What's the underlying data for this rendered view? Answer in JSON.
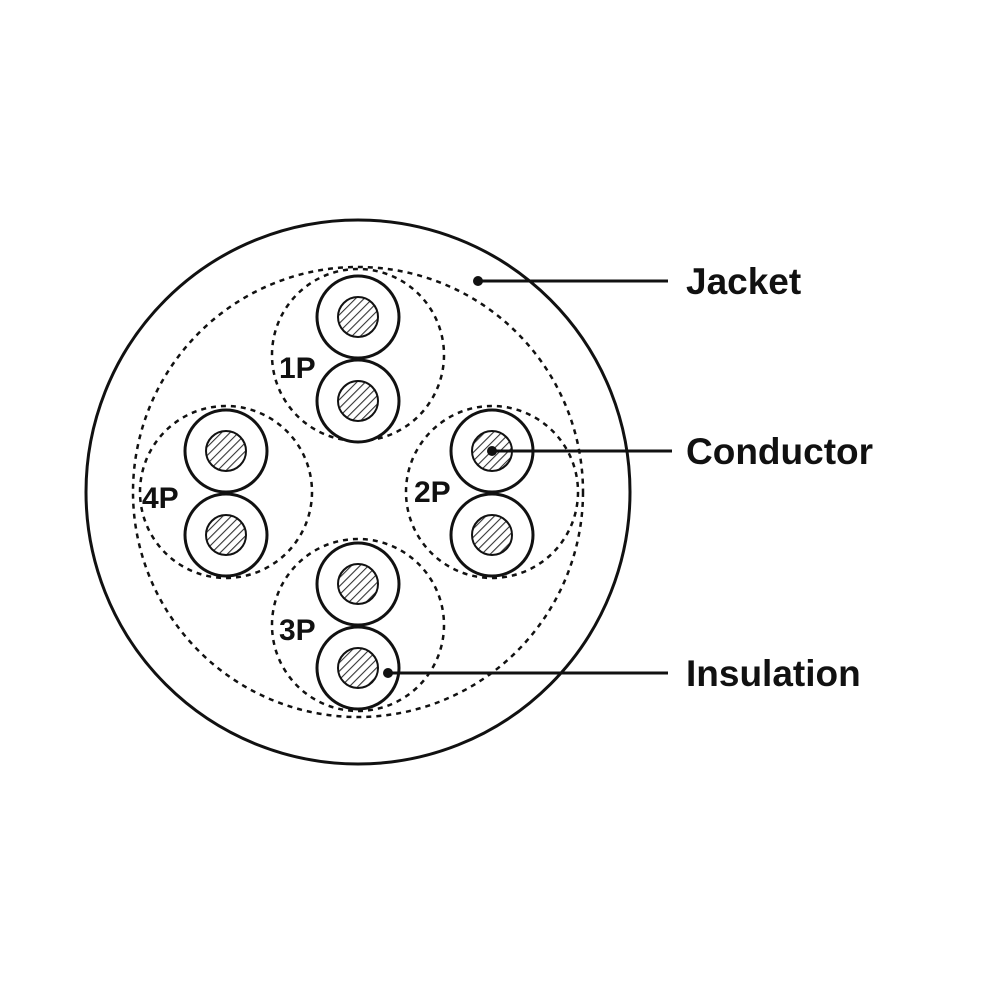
{
  "colors": {
    "line": "#111111",
    "background": "#ffffff",
    "hatch": "#333333"
  },
  "pairs": [
    {
      "label": "1P"
    },
    {
      "label": "2P"
    },
    {
      "label": "3P"
    },
    {
      "label": "4P"
    }
  ],
  "callouts": {
    "jacket": "Jacket",
    "conductor": "Conductor",
    "insulation": "Insulation"
  }
}
